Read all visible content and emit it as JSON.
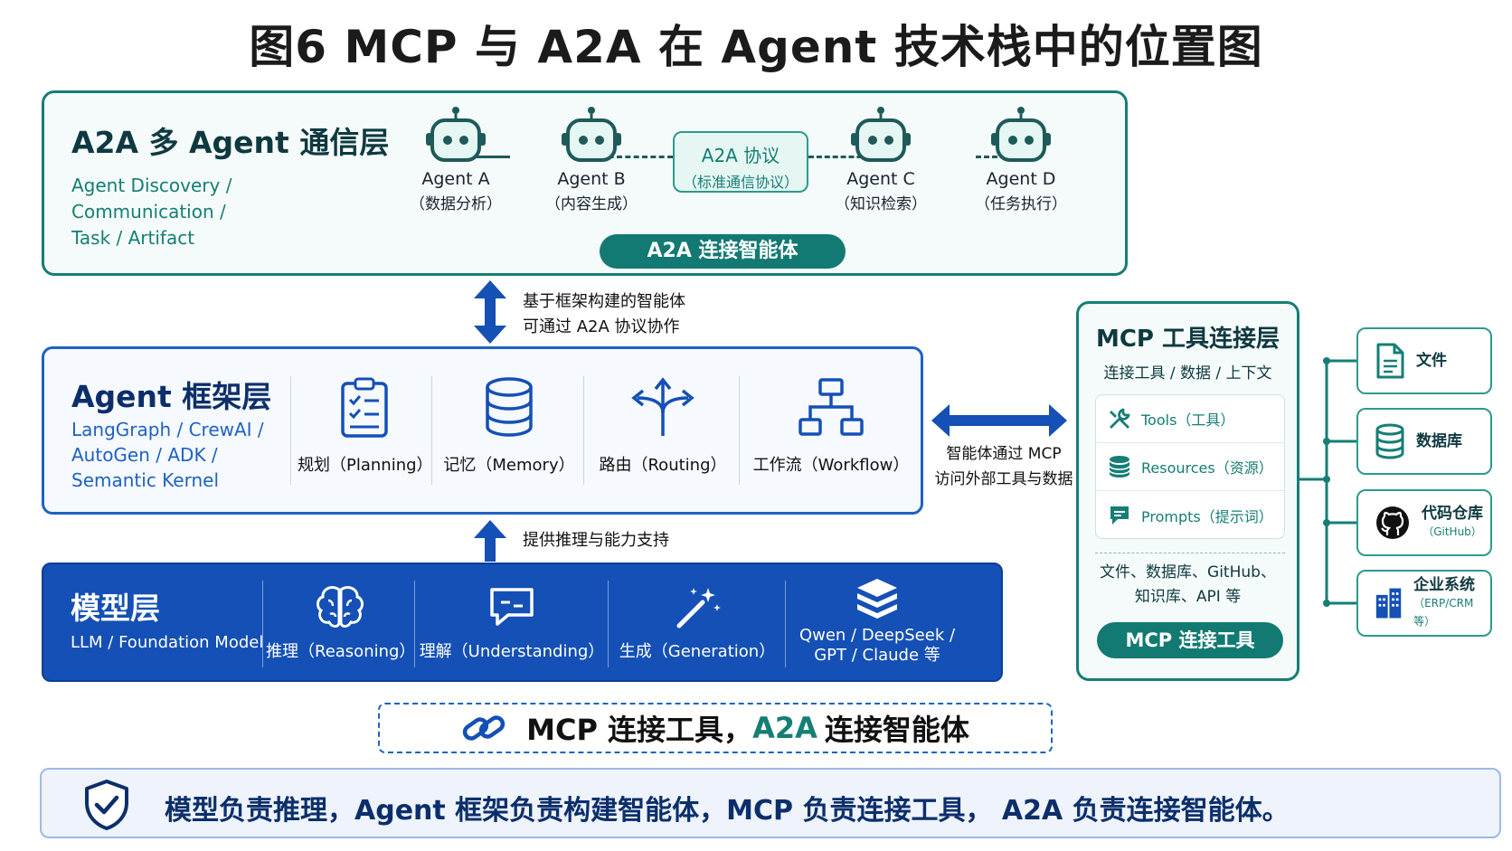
{
  "title": "图6 MCP 与 A2A 在 Agent 技术栈中的位置图",
  "a2a_layer": {
    "title": "A2A 多 Agent 通信层",
    "subtitle_line1": "Agent Discovery / Communication /",
    "subtitle_line2": "Task / Artifact",
    "agents": [
      {
        "name": "Agent A",
        "role": "（数据分析）"
      },
      {
        "name": "Agent B",
        "role": "（内容生成）"
      },
      {
        "name": "Agent C",
        "role": "（知识检索）"
      },
      {
        "name": "Agent D",
        "role": "（任务执行）"
      }
    ],
    "protocol_title": "A2A 协议",
    "protocol_sub": "（标准通信协议）",
    "pill": "A2A 连接智能体"
  },
  "arrow_top": {
    "line1": "基于框架构建的智能体",
    "line2": "可通过 A2A 协议协作"
  },
  "framework_layer": {
    "title": "Agent 框架层",
    "subtitle_line1": "LangGraph / CrewAI /",
    "subtitle_line2": "AutoGen / ADK /",
    "subtitle_line3": "Semantic Kernel",
    "items": [
      {
        "label": "规划（Planning）",
        "icon": "clipboard-checklist-icon"
      },
      {
        "label": "记忆（Memory）",
        "icon": "database-icon"
      },
      {
        "label": "路由（Routing）",
        "icon": "routing-arrows-icon"
      },
      {
        "label": "工作流（Workflow）",
        "icon": "workflow-icon"
      }
    ]
  },
  "arrow_side": {
    "line1": "智能体通过 MCP",
    "line2": "访问外部工具与数据"
  },
  "arrow_bottom": {
    "label": "提供推理与能力支持"
  },
  "model_layer": {
    "title": "模型层",
    "subtitle": "LLM / Foundation Model",
    "items": [
      {
        "label": "推理（Reasoning）",
        "icon": "brain-icon"
      },
      {
        "label": "理解（Understanding）",
        "icon": "chat-bubble-icon"
      },
      {
        "label": "生成（Generation）",
        "icon": "magic-wand-icon"
      }
    ],
    "models_line1": "Qwen / DeepSeek /",
    "models_line2": "GPT / Claude 等",
    "models_icon": "cube-stack-icon"
  },
  "mcp_layer": {
    "title": "MCP 工具连接层",
    "subtitle": "连接工具 / 数据 / 上下文",
    "rows": [
      {
        "label": "Tools（工具）",
        "icon": "tools-icon"
      },
      {
        "label": "Resources（资源）",
        "icon": "database-icon"
      },
      {
        "label": "Prompts（提示词）",
        "icon": "prompt-bubble-icon"
      }
    ],
    "note_line1": "文件、数据库、GitHub、",
    "note_line2": "知识库、API 等",
    "pill": "MCP 连接工具"
  },
  "resources": [
    {
      "label": "文件",
      "sub": "",
      "icon": "file-icon"
    },
    {
      "label": "数据库",
      "sub": "",
      "icon": "database-icon"
    },
    {
      "label": "代码仓库",
      "sub": "（GitHub）",
      "icon": "github-icon"
    },
    {
      "label": "企业系统",
      "sub": "（ERP/CRM 等）",
      "icon": "building-icon"
    }
  ],
  "motto": {
    "part1": "MCP 连接工具，",
    "part2": "A2A",
    "part3": "连接智能体",
    "icon": "link-icon"
  },
  "summary": {
    "text": "模型负责推理，Agent 框架负责构建智能体，MCP 负责连接工具， A2A 负责连接智能体。",
    "icon": "shield-check-icon"
  },
  "colors": {
    "teal": "#127a72",
    "blue": "#1450b5",
    "dark_navy": "#0c2f6b"
  }
}
